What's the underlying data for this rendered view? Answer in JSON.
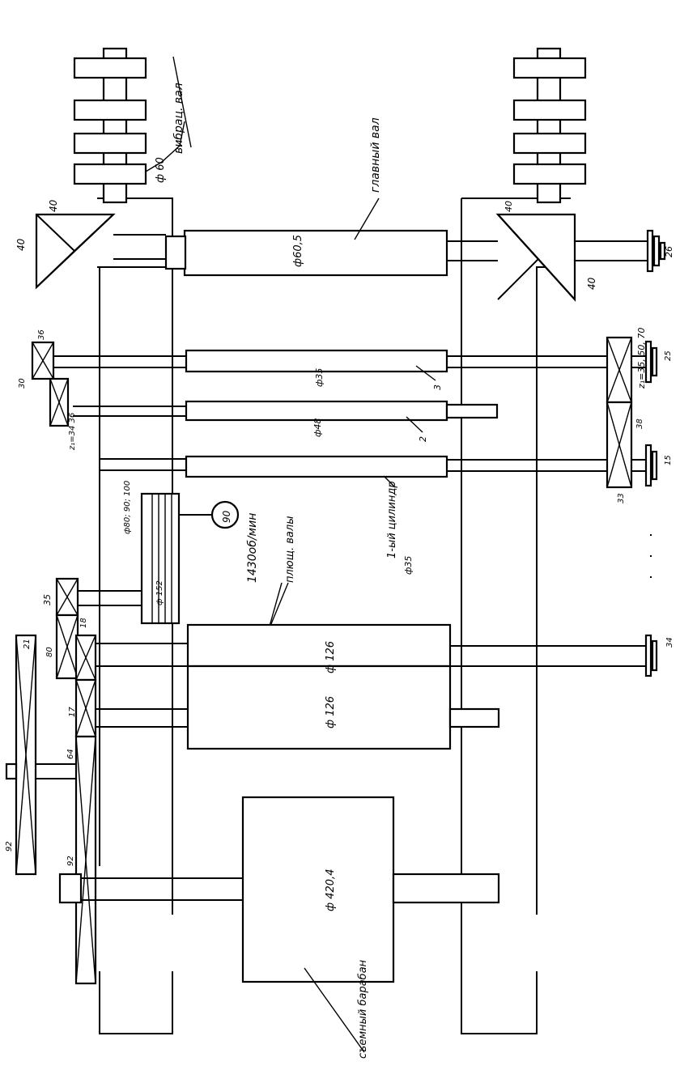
{
  "diagram": {
    "labels": {
      "vibrating_shaft": "вибрац. вал",
      "top_shaft_dia": "ф 60",
      "bevel_left_a": "40",
      "bevel_left_b": "40",
      "bevel_right_a": "40",
      "bevel_right_b": "40",
      "main_cylinder": "главный вал",
      "main_cylinder_dia": "ф60,5",
      "gear_30": "30",
      "gear_36": "36",
      "gear_34_36": "z₁=34\n36",
      "cyl3_dia": "ф35",
      "cyl3_num": "3",
      "cyl2_dia": "ф48",
      "cyl2_num": "2",
      "right_z_values": "z₁=35, 50, 70",
      "right_38": "38",
      "right_33": "33",
      "sprocket_26": "26",
      "sprocket_25": "25",
      "sprocket_15": "15",
      "sprocket_34": "34",
      "first_cylinder": "1-ый цилиндр",
      "first_cylinder_dia": "ф35",
      "pulley_dia_top": "ф80; 90; 100",
      "motor_label": "90",
      "motor_speed": "1430об/мин",
      "pulley_dia_bottom": "ф 152",
      "crank_shaft": "плющ. валы",
      "roll_dia_1": "ф 126",
      "roll_dia_2": "ф 126",
      "gear_35": "35",
      "gear_80": "80",
      "gear_18": "18",
      "gear_21": "21",
      "gear_17": "17",
      "gear_64": "64",
      "gear_92_top": "92",
      "gear_92_bottom": "92",
      "drum_dia": "ф 420,4",
      "drum_label": "съемный барабан"
    }
  }
}
